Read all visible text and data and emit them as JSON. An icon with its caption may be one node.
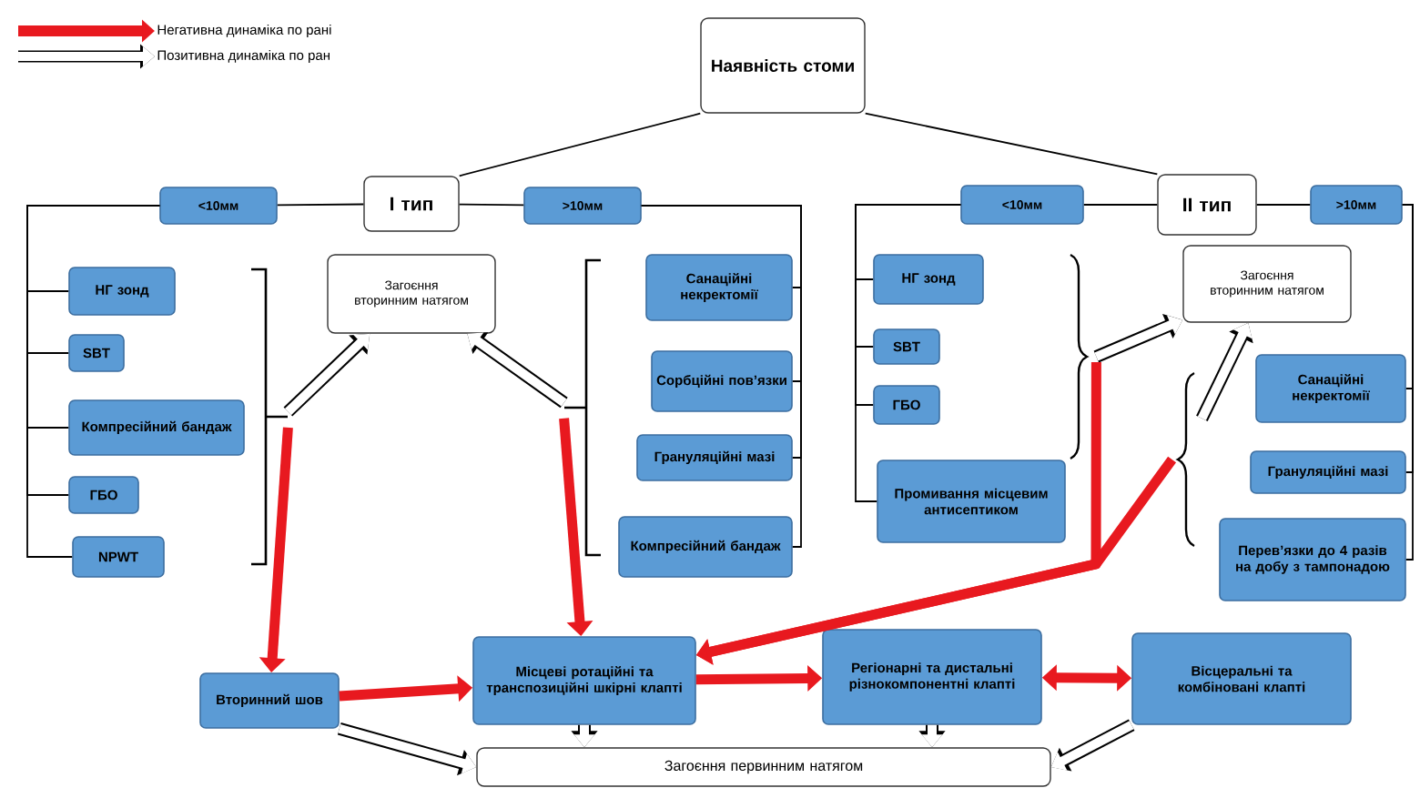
{
  "diagram": {
    "nodes": [
      {
        "text": [
          "Наявність стоми"
        ]
      },
      {
        "text": [
          "I тип"
        ]
      },
      {
        "text": [
          "<10мм"
        ]
      },
      {
        "text": [
          ">10мм"
        ]
      },
      {
        "text": [
          "Загоєння вторинним натягом"
        ]
      },
      {
        "text": [
          "НГ зонд"
        ]
      },
      {
        "text": [
          "SBT"
        ]
      },
      {
        "text": [
          "Компресійний бандаж"
        ]
      },
      {
        "text": [
          "ГБО"
        ]
      },
      {
        "text": [
          "NPWT"
        ]
      },
      {
        "text": [
          "Санаційні некректомії"
        ]
      },
      {
        "text": [
          "Сорбційні пов’язки"
        ]
      },
      {
        "text": [
          "Грануляційні мазі"
        ]
      },
      {
        "text": [
          "Компресійний бандаж"
        ]
      },
      {
        "text": [
          "II тип"
        ]
      },
      {
        "text": [
          "<10мм"
        ]
      },
      {
        "text": [
          ">10мм"
        ]
      },
      {
        "text": [
          "Загоєння вторинним натягом"
        ]
      },
      {
        "text": [
          "НГ зонд"
        ]
      },
      {
        "text": [
          "SBT"
        ]
      },
      {
        "text": [
          "ГБО"
        ]
      },
      {
        "text": [
          "Промивання місцевим антисептиком"
        ]
      },
      {
        "text": [
          "Санаційні некректомії"
        ]
      },
      {
        "text": [
          "Грануляційні мазі"
        ]
      },
      {
        "text": [
          "Перев’язки до 4 разів на добу з тампонадою"
        ]
      },
      {
        "text": [
          "Вторинний шов"
        ]
      },
      {
        "text": [
          "Місцеві ротаційні та транспозиційні шкірні клапті"
        ]
      },
      {
        "text": [
          "Регіонарні та дистальні різнокомпонентні клапті"
        ]
      },
      {
        "text": [
          "Вісцеральні та комбіновані клапті"
        ]
      },
      {
        "text": [
          "Загоєння первинним натягом"
        ]
      },
      {
        "text": [],
        "shape": "bracket"
      },
      {
        "text": [],
        "shape": "bracket"
      },
      {
        "text": [],
        "shape": "bracket"
      },
      {
        "text": [],
        "shape": "bracket"
      }
    ],
    "edges": [
      {
        "from": 0,
        "to": 1,
        "arrow": "none"
      },
      {
        "from": 0,
        "to": 14,
        "arrow": "none"
      },
      {
        "from": 1,
        "to": 2,
        "arrow": "none"
      },
      {
        "from": 1,
        "to": 3,
        "arrow": "none"
      },
      {
        "from": 14,
        "to": 15,
        "arrow": "none"
      },
      {
        "from": 14,
        "to": 16,
        "arrow": "none"
      },
      {
        "from": 2,
        "to": 5,
        "arrow": "none"
      },
      {
        "from": 2,
        "to": 6,
        "arrow": "none"
      },
      {
        "from": 2,
        "to": 7,
        "arrow": "none"
      },
      {
        "from": 2,
        "to": 8,
        "arrow": "none"
      },
      {
        "from": 2,
        "to": 9,
        "arrow": "none"
      },
      {
        "from": 3,
        "to": 10,
        "arrow": "none"
      },
      {
        "from": 3,
        "to": 11,
        "arrow": "none"
      },
      {
        "from": 3,
        "to": 12,
        "arrow": "none"
      },
      {
        "from": 3,
        "to": 13,
        "arrow": "none"
      },
      {
        "from": 15,
        "to": 18,
        "arrow": "none"
      },
      {
        "from": 15,
        "to": 19,
        "arrow": "none"
      },
      {
        "from": 15,
        "to": 20,
        "arrow": "none"
      },
      {
        "from": 15,
        "to": 21,
        "arrow": "none"
      },
      {
        "from": 16,
        "to": 22,
        "arrow": "none"
      },
      {
        "from": 16,
        "to": 23,
        "arrow": "none"
      },
      {
        "from": 16,
        "to": 24,
        "arrow": "none"
      },
      {
        "from": 30,
        "to": 4,
        "arrow": "to",
        "style": "thick",
        "color": "#ffffff"
      },
      {
        "from": 31,
        "to": 4,
        "arrow": "to",
        "style": "thick",
        "color": "#ffffff"
      },
      {
        "from": 30,
        "to": 25,
        "arrow": "to",
        "style": "thick",
        "color": "#e8191f"
      },
      {
        "from": 31,
        "to": 26,
        "arrow": "to",
        "style": "thick",
        "color": "#e8191f"
      },
      {
        "from": 32,
        "to": 17,
        "arrow": "to",
        "style": "thick",
        "color": "#ffffff"
      },
      {
        "from": 33,
        "to": 17,
        "arrow": "to",
        "style": "thick",
        "color": "#ffffff"
      },
      {
        "from": 32,
        "to": 26,
        "arrow": "to",
        "style": "thick",
        "color": "#e8191f"
      },
      {
        "from": 33,
        "to": 26,
        "arrow": "to",
        "style": "thick",
        "color": "#e8191f"
      },
      {
        "from": 25,
        "to": 26,
        "arrow": "to",
        "style": "thick",
        "color": "#e8191f"
      },
      {
        "from": 26,
        "to": 27,
        "arrow": "to",
        "style": "thick",
        "color": "#e8191f"
      },
      {
        "from": 27,
        "to": 28,
        "arrow": "both",
        "style": "thick",
        "color": "#e8191f"
      },
      {
        "from": 25,
        "to": 29,
        "arrow": "to",
        "style": "thick",
        "color": "#ffffff"
      },
      {
        "from": 26,
        "to": 29,
        "arrow": "to",
        "style": "thick",
        "color": "#ffffff"
      },
      {
        "from": 27,
        "to": 29,
        "arrow": "to",
        "style": "thick",
        "color": "#ffffff"
      },
      {
        "from": 28,
        "to": 29,
        "arrow": "to",
        "style": "thick",
        "color": "#ffffff"
      }
    ],
    "legend": [
      {
        "text": "Негативна динаміка по рані",
        "color": "#e8191f"
      },
      {
        "text": "Позитивна динаміка по ран"
      }
    ]
  }
}
